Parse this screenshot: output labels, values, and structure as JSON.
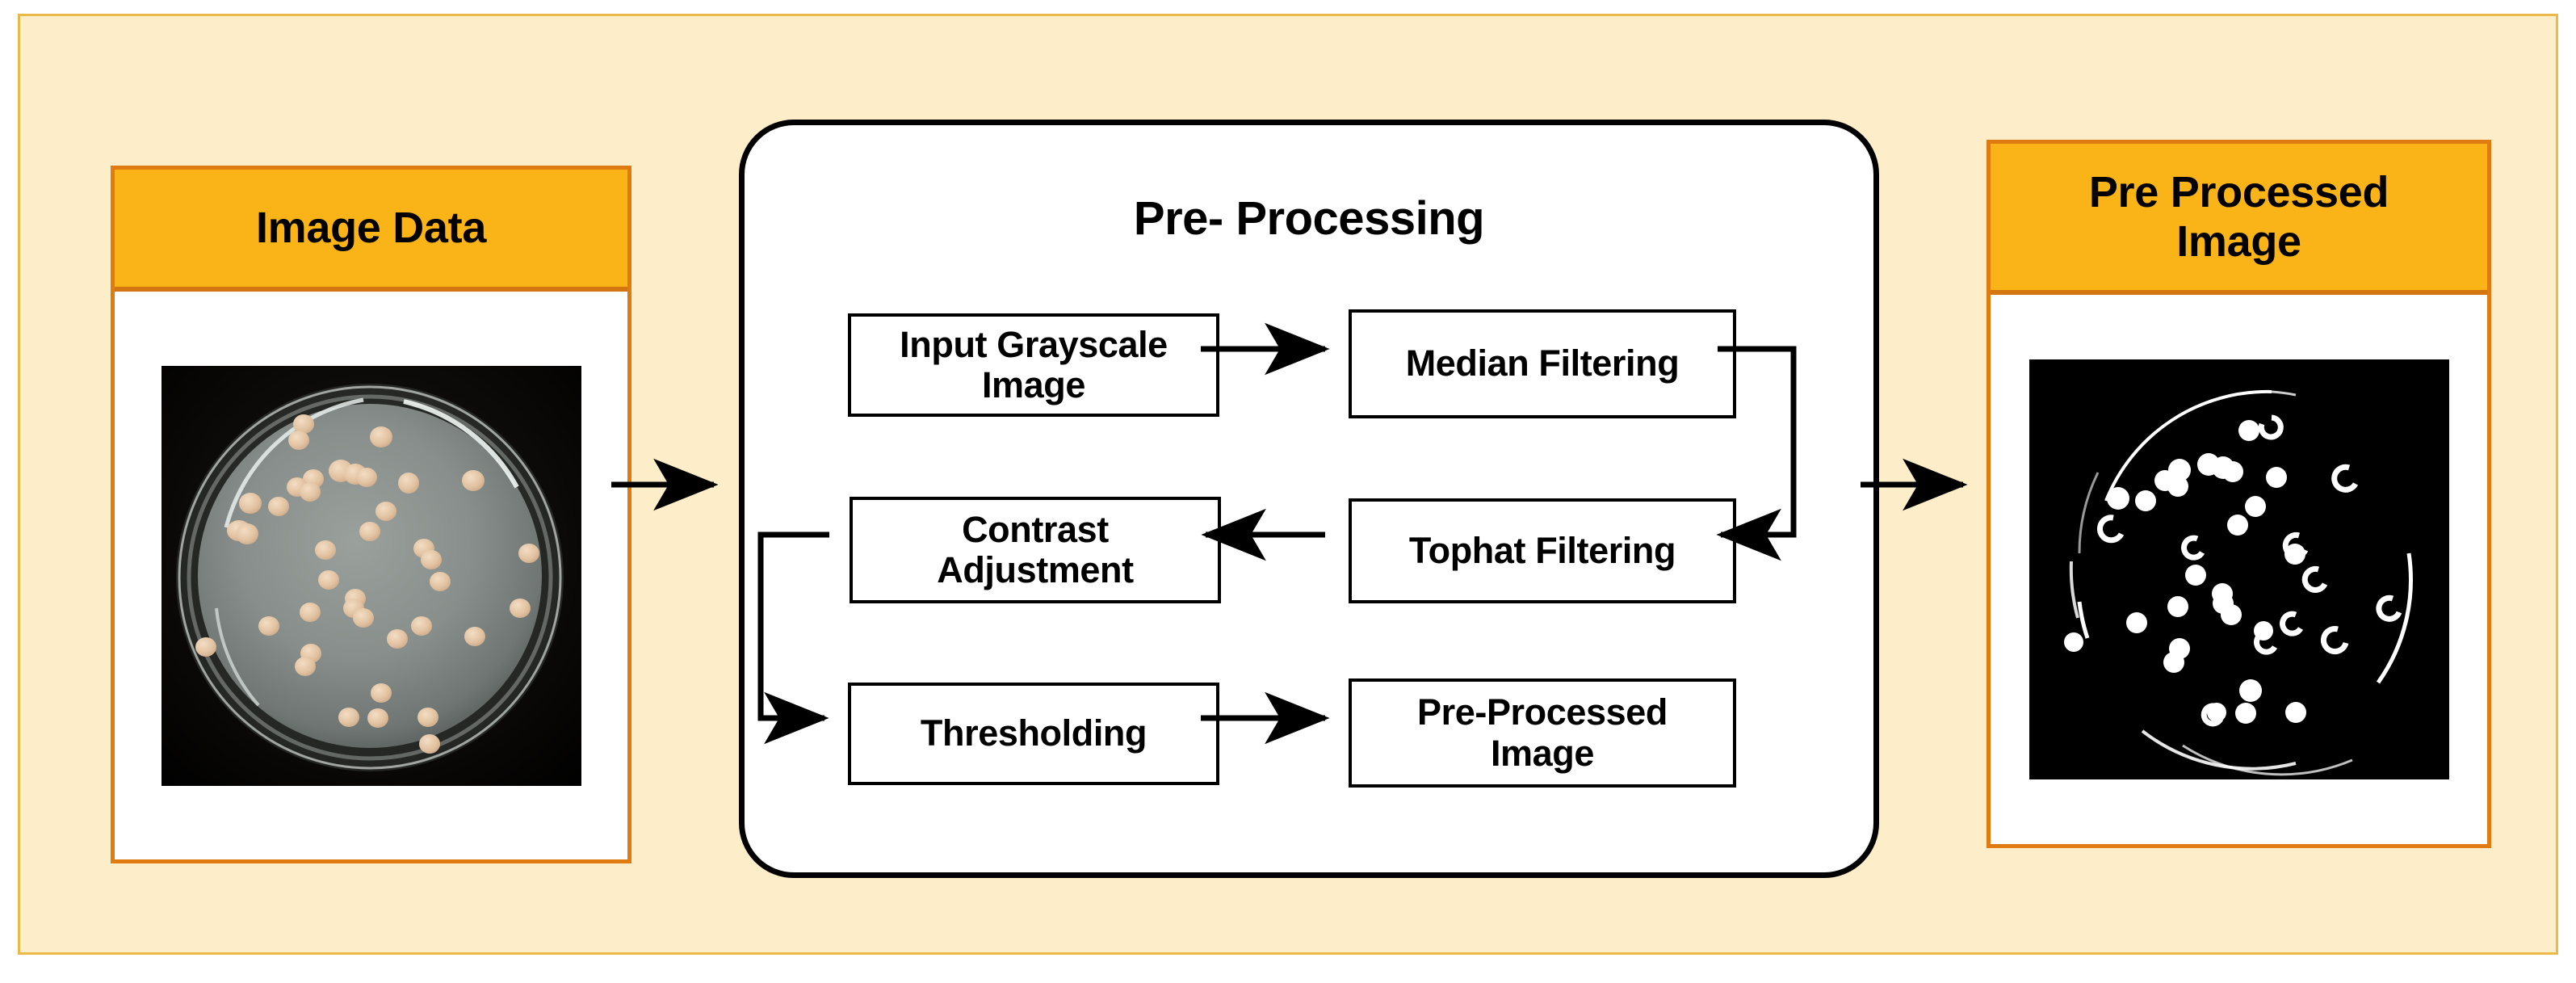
{
  "figure": {
    "colors": {
      "background": "#fdeec9",
      "frame_border": "#eab94a",
      "panel_header": "#fbb417",
      "panel_border": "#e07b12",
      "stroke": "#000000"
    }
  },
  "input_panel": {
    "title": "Image Data",
    "thumbnail": "petri-dish-colour-photo"
  },
  "output_panel": {
    "title": "Pre Processed\nImage",
    "title_line1": "Pre Processed",
    "title_line2": "Image",
    "thumbnail": "petri-dish-binary-image"
  },
  "preprocessing": {
    "title": "Pre- Processing",
    "steps": [
      {
        "id": "input-grayscale",
        "label": "Input Grayscale\nImage"
      },
      {
        "id": "median-filtering",
        "label": "Median Filtering"
      },
      {
        "id": "tophat-filtering",
        "label": "Tophat Filtering"
      },
      {
        "id": "contrast-adjustment",
        "label": "Contrast\nAdjustment"
      },
      {
        "id": "thresholding",
        "label": "Thresholding"
      },
      {
        "id": "pre-processed-image",
        "label": "Pre-Processed\nImage"
      }
    ],
    "flow": [
      "Image Data -> Pre- Processing",
      "Input Grayscale Image -> Median Filtering",
      "Median Filtering -> Tophat Filtering",
      "Tophat Filtering -> Contrast Adjustment",
      "Contrast Adjustment -> Thresholding",
      "Thresholding -> Pre-Processed Image",
      "Pre- Processing -> Pre Processed Image"
    ]
  },
  "chart_data": {
    "type": "table",
    "title": "Pre- Processing pipeline",
    "categories": [
      "Input Grayscale Image",
      "Median Filtering",
      "Tophat Filtering",
      "Contrast Adjustment",
      "Thresholding",
      "Pre-Processed Image"
    ]
  }
}
